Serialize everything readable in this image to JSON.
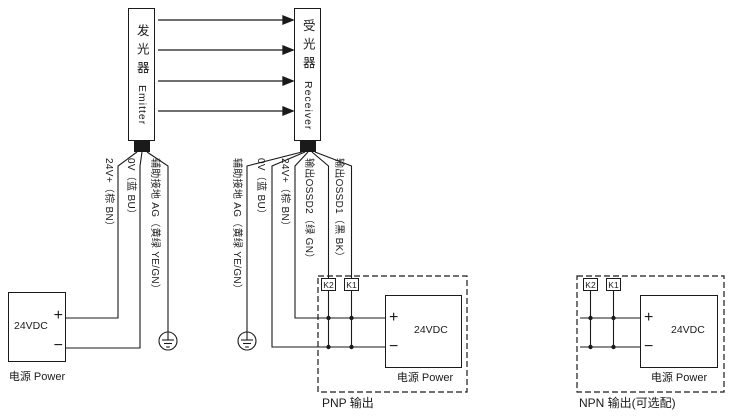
{
  "devices": {
    "emitter": {
      "cn": "发光器",
      "en": "Emitter"
    },
    "receiver": {
      "cn": "受光器",
      "en": "Receiver"
    }
  },
  "wires": {
    "emitter": [
      "24V+（棕 BN）",
      "0V（蓝 BU）",
      "辅助接地 AG（黄绿 YE/GN）"
    ],
    "receiver": [
      "辅助接地 AG（黄绿 YE/GN）",
      "0V（蓝 BU）",
      "24V+（棕 BN）",
      "输出OSSD2（绿 GN）",
      "输出OSSD1（黑 BK）"
    ]
  },
  "relays": {
    "k2": "K2",
    "k1": "K1"
  },
  "supplies": {
    "left": {
      "label": "24VDC",
      "caption": "电源 Power"
    },
    "pnp": {
      "label": "24VDC",
      "caption": "电源 Power"
    },
    "npn": {
      "label": "24VDC",
      "caption": "电源 Power"
    }
  },
  "sections": {
    "pnp_title": "PNP 输出",
    "npn_title": "NPN 输出(可选配)"
  },
  "symbols": {
    "plus": "+",
    "minus": "−"
  },
  "icons": {
    "beam": "beam-arrow",
    "ground": "protective-earth-icon",
    "junction": "junction-dot",
    "connector": "cable-connector"
  },
  "colors": {
    "line": "#1a1a1a",
    "background": "#ffffff"
  }
}
